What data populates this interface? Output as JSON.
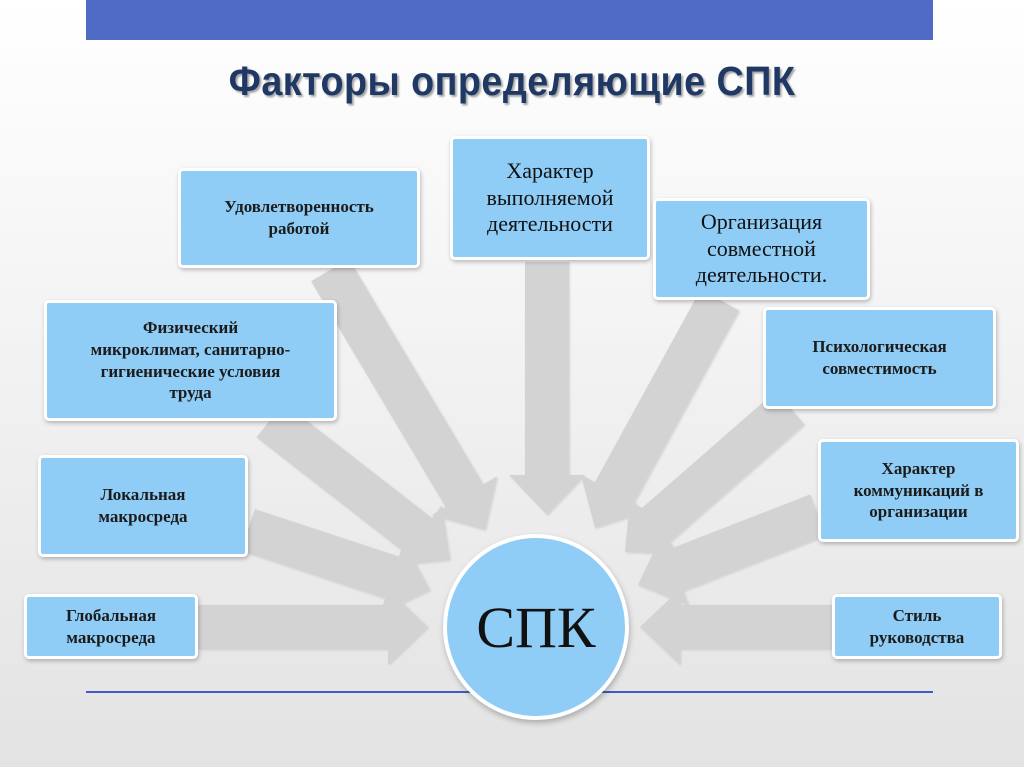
{
  "title": "Факторы определяющие СПК",
  "center": "СПК",
  "factors": {
    "job_satisfaction": "Удовлетворенность\nработой",
    "activity_nature": "Характер\nвыполняемой\nдеятельности",
    "joint_organization": "Организация\nсовместной\nдеятельности.",
    "physical_conditions": "Физический\nмикроклимат, санитарно-\nгигиенические условия\nтруда",
    "psych_compat": "Психологическая\nсовместимость",
    "local_macro": "Локальная\nмакросреда",
    "communication": "Характер\nкоммуникаций в\nорганизации",
    "global_macro": "Глобальная\nмакросреда",
    "leadership": "Стиль\nруководства"
  },
  "colors": {
    "top_bar": "#4f6bc6",
    "title": "#1f3864",
    "box_fill": "#8fcdf6",
    "arrow": "#d3d3d3",
    "bottom_line": "#3f5cc4"
  }
}
